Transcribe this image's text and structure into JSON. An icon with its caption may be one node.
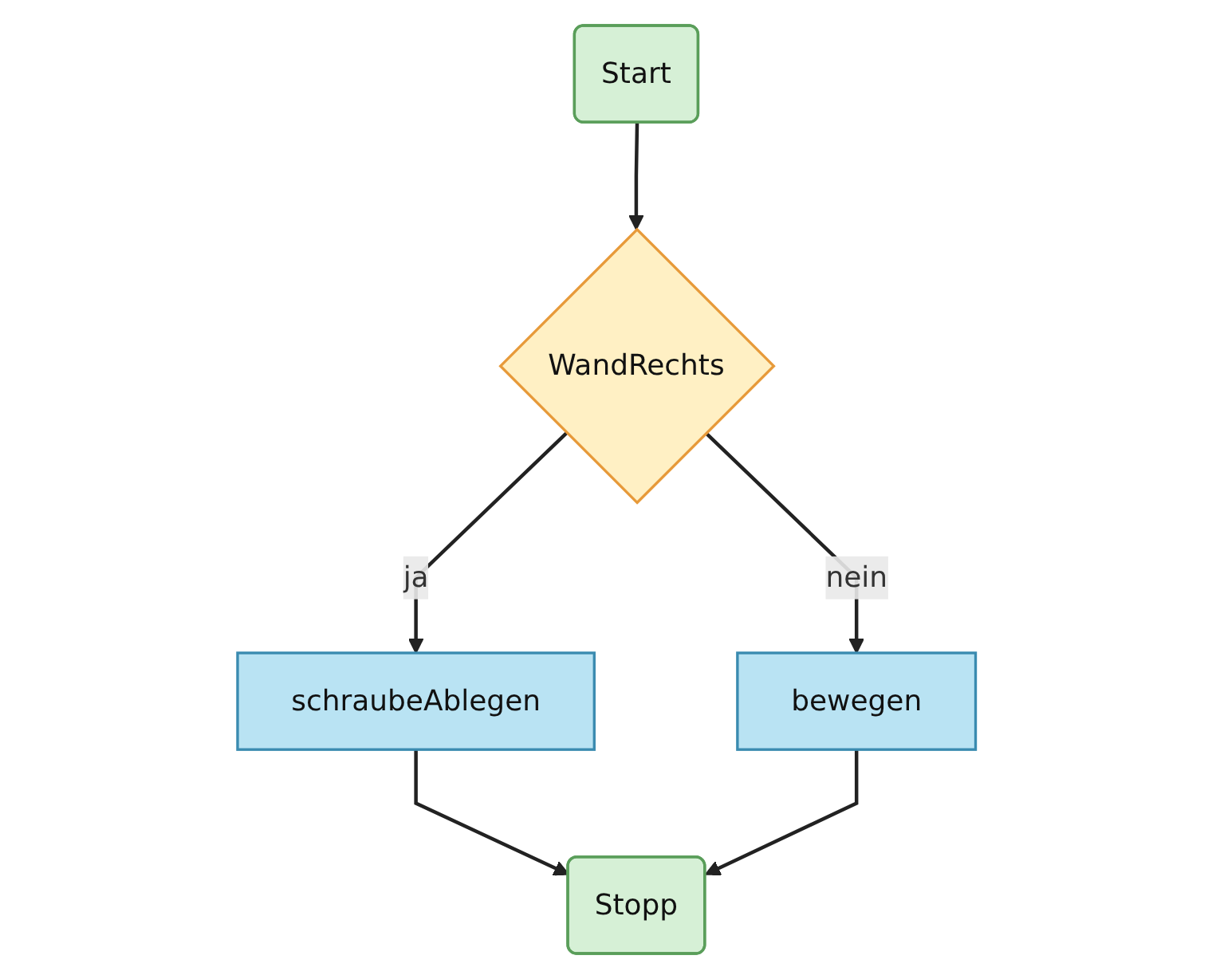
{
  "diagram": {
    "nodes": [
      {
        "text": [
          "Start"
        ]
      },
      {
        "text": [
          "WandRechts"
        ]
      },
      {
        "text": [
          "schraubeAblegen"
        ]
      },
      {
        "text": [
          "bewegen"
        ]
      },
      {
        "text": [
          "Stopp"
        ]
      }
    ],
    "edges": [
      {
        "from": 0,
        "to": 1,
        "arrow": "to"
      },
      {
        "from": 1,
        "to": 2,
        "arrow": "to",
        "label": "ja"
      },
      {
        "from": 1,
        "to": 3,
        "arrow": "to",
        "label": "nein"
      },
      {
        "from": 2,
        "to": 4,
        "arrow": "to"
      },
      {
        "from": 3,
        "to": 4,
        "arrow": "to"
      }
    ]
  }
}
